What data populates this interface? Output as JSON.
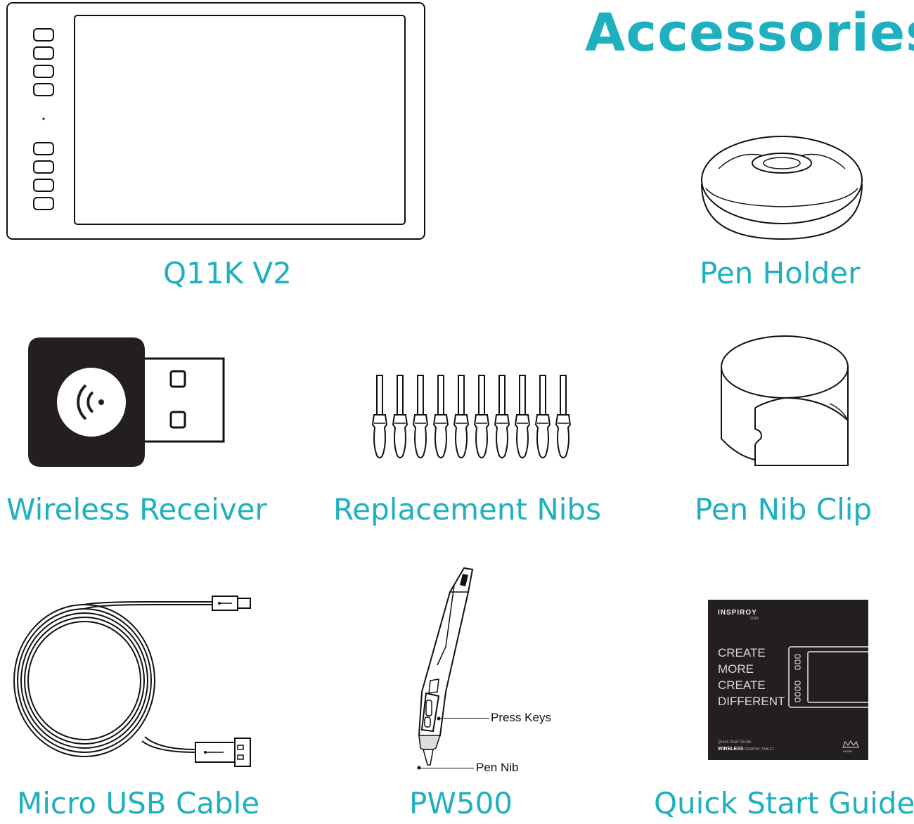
{
  "page": {
    "title": "Accessories"
  },
  "items": {
    "tablet": {
      "label": "Q11K V2"
    },
    "pen_holder": {
      "label": "Pen Holder"
    },
    "wireless_receiver": {
      "label": "Wireless Receiver"
    },
    "replacement_nibs": {
      "label": "Replacement Nibs",
      "count": 10
    },
    "pen_nib_clip": {
      "label": "Pen Nib Clip"
    },
    "micro_usb_cable": {
      "label": "Micro USB Cable"
    },
    "pen": {
      "label": "PW500",
      "callouts": {
        "press_keys": "Press Keys",
        "pen_nib": "Pen Nib"
      }
    },
    "quick_start_guide": {
      "label": "Quick Start Guide",
      "cover": {
        "brand": "INSPIROY",
        "model": "Q11K",
        "lines": [
          "CREATE",
          "MORE",
          "CREATE",
          "DIFFERENT"
        ],
        "footer_small": "Quick Start Guide",
        "footer_bold": "WIRELESS",
        "footer_rest": "GRAPHIC TABLET",
        "logo": "HUION"
      }
    }
  },
  "colors": {
    "accent": "#1fb0bf",
    "ink": "#111111",
    "guide_bg": "#231f20"
  }
}
